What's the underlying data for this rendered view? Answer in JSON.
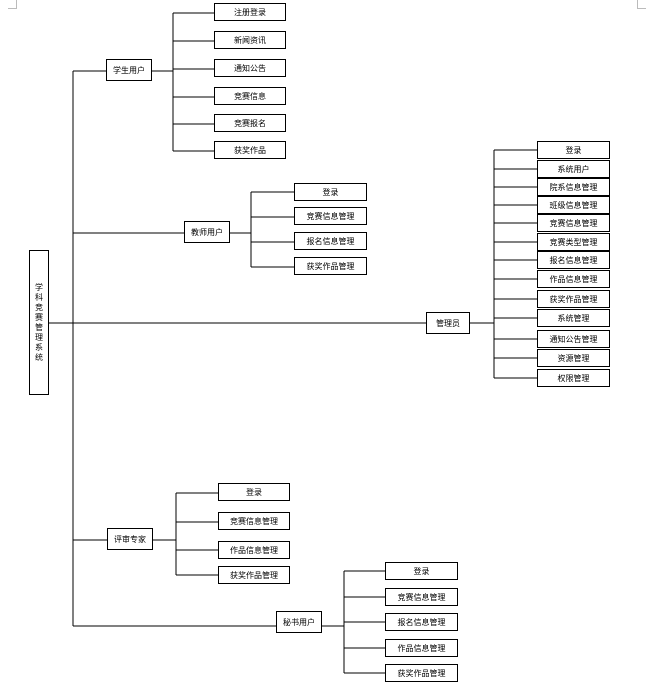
{
  "root": {
    "label": "学科竞赛管理系统"
  },
  "branches": [
    {
      "label": "学生用户",
      "children": [
        "注册登录",
        "新闻资讯",
        "通知公告",
        "竞赛信息",
        "竞赛报名",
        "获奖作品"
      ]
    },
    {
      "label": "教师用户",
      "children": [
        "登录",
        "竞赛信息管理",
        "报名信息管理",
        "获奖作品管理"
      ]
    },
    {
      "label": "管理员",
      "children": [
        "登录",
        "系统用户",
        "院系信息管理",
        "班级信息管理",
        "竞赛信息管理",
        "竞赛类型管理",
        "报名信息管理",
        "作品信息管理",
        "获奖作品管理",
        "系统管理",
        "通知公告管理",
        "资源管理",
        "权限管理"
      ]
    },
    {
      "label": "评审专家",
      "children": [
        "登录",
        "竞赛信息管理",
        "作品信息管理",
        "获奖作品管理"
      ]
    },
    {
      "label": "秘书用户",
      "children": [
        "登录",
        "竞赛信息管理",
        "报名信息管理",
        "作品信息管理",
        "获奖作品管理"
      ]
    }
  ]
}
